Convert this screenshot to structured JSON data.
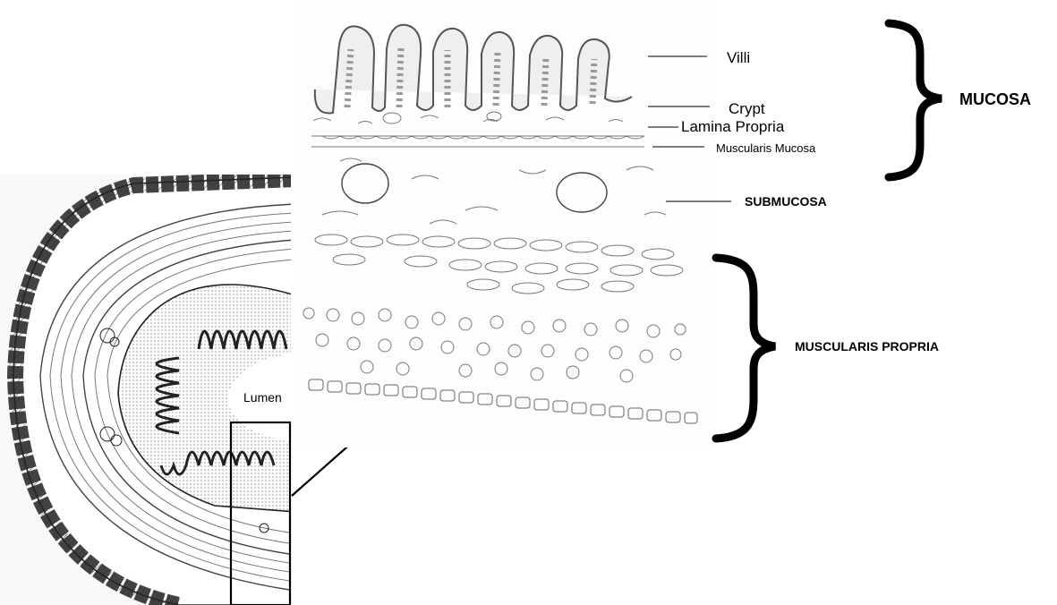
{
  "overview": {
    "lumen_label": "Lumen"
  },
  "labels": {
    "villi": "Villi",
    "crypt": "Crypt",
    "lamina_propria": "Lamina Propria",
    "muscularis_mucosa": "Muscularis Mucosa",
    "submucosa": "SUBMUCOSA",
    "mucosa": "MUCOSA",
    "muscularis_propria": "MUSCULARIS PROPRIA"
  }
}
